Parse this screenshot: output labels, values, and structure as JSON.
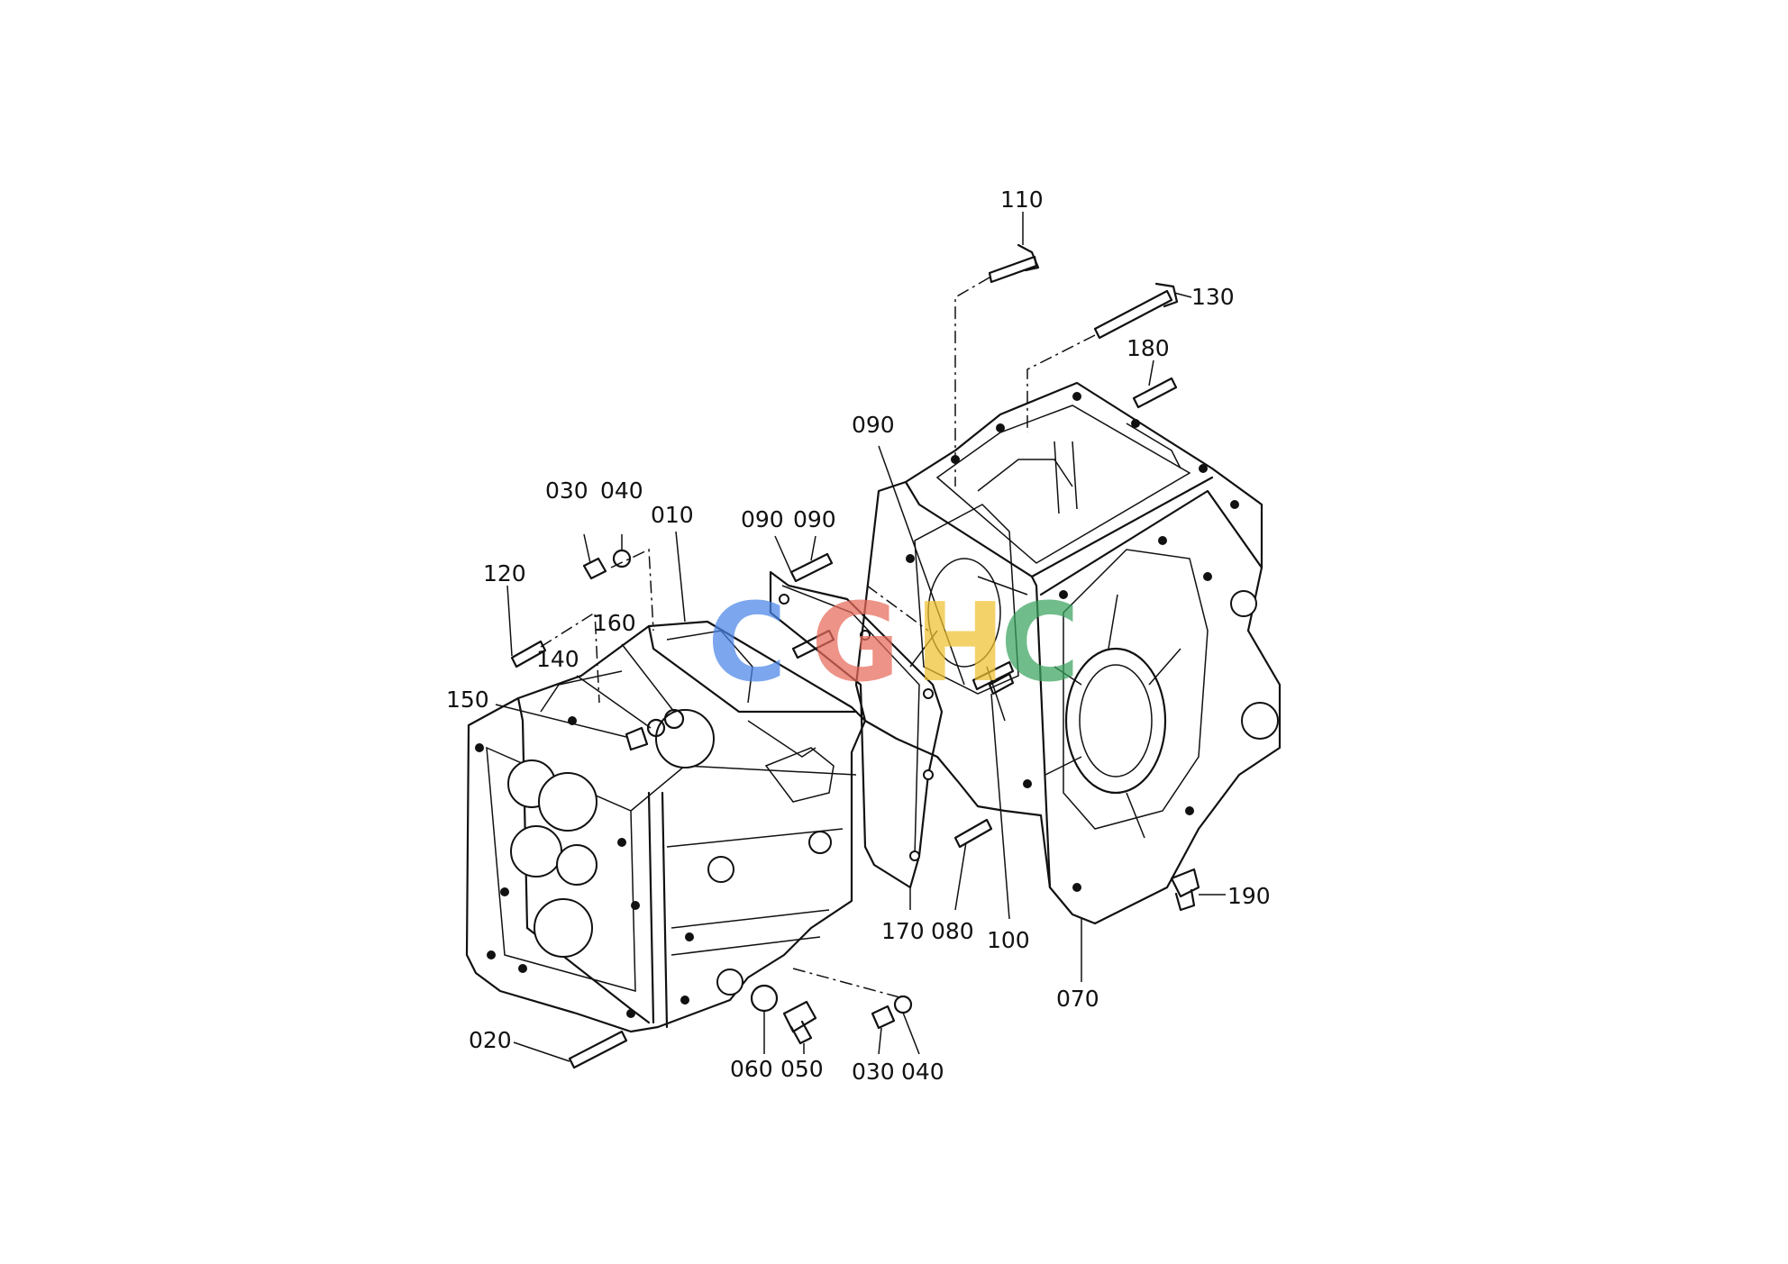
{
  "diagram": {
    "callouts": {
      "p110": "110",
      "p130": "130",
      "p180": "180",
      "p090_a": "090",
      "p090_b": "090",
      "p090_c": "090",
      "p030_a": "030",
      "p040_a": "040",
      "p010": "010",
      "p120": "120",
      "p160": "160",
      "p140": "140",
      "p150": "150",
      "p170": "170",
      "p080": "080",
      "p100": "100",
      "p070": "070",
      "p190": "190",
      "p020": "020",
      "p060": "060",
      "p050": "050",
      "p030_b": "030",
      "p040_b": "040"
    },
    "watermark": {
      "letters": [
        "C",
        "G",
        "H",
        "C"
      ],
      "colors": [
        "#4a86e8",
        "#e86a5a",
        "#f1c232",
        "#3aa35f"
      ]
    }
  }
}
